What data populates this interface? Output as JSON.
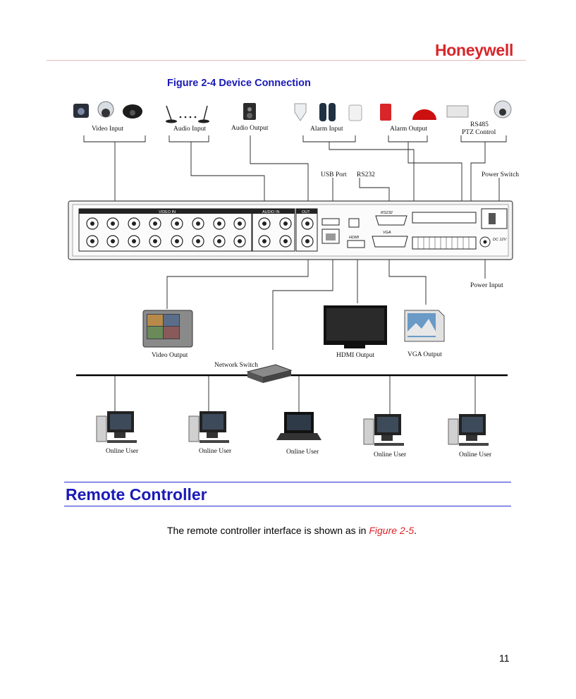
{
  "header": {
    "brand": "Honeywell"
  },
  "figure": {
    "caption": "Figure 2-4 Device Connection",
    "labels": {
      "video_input": "Video Input",
      "audio_input": "Audio Input",
      "audio_output": "Audio Output",
      "alarm_input": "Alarm Input",
      "alarm_output": "Alarm Output",
      "rs485_line1": "RS485",
      "rs485_line2": "PTZ Control",
      "usb_port": "USB Port",
      "rs232": "RS232",
      "power_switch": "Power Switch",
      "power_input": "Power Input",
      "video_output": "Video Output",
      "hdmi_output": "HDMI Output",
      "vga_output": "VGA Output",
      "network_switch": "Network Switch",
      "online_user": "Online User"
    },
    "panel": {
      "video_in": "VIDEO IN",
      "audio_in": "AUDIO IN",
      "out": "OUT",
      "rs232": "RS232",
      "vga": "VGA",
      "hdmi": "HDMI",
      "dc": "DC 12V"
    }
  },
  "section": {
    "heading": "Remote Controller",
    "body_prefix": "The remote controller interface is shown as in ",
    "body_ref": "Figure 2-5",
    "body_suffix": "."
  },
  "footer": {
    "page_number": "11"
  },
  "colors": {
    "brand_red": "#d8262a",
    "heading_blue": "#1a1ab8",
    "rule_blue": "#2b2bd0"
  }
}
